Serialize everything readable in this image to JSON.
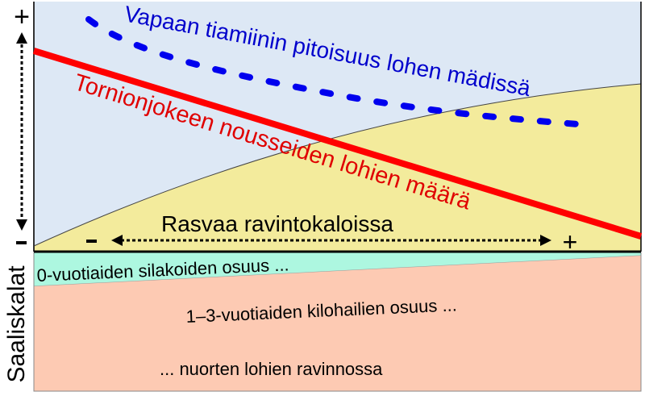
{
  "diagram": {
    "colors": {
      "upper_background": "#dde8f5",
      "fat_region": "#f3eb9c",
      "herring_band": "#adf7e0",
      "sprat_region": "#fdcab3",
      "red_line": "#ff0000",
      "blue_dashed": "#0000ee",
      "axis": "#000000"
    },
    "y_axis": {
      "plus_label": "+",
      "minus_label": "-"
    },
    "lines": {
      "thiamine": {
        "label": "Vapaan tiamiinin pitoisuus lohen mädissä",
        "style": "dashed",
        "color": "#0000ee"
      },
      "salmon_count": {
        "label": "Tornionjokeen nousseiden lohien määrä",
        "style": "solid",
        "color": "#ff0000"
      }
    },
    "fat_axis": {
      "label": "Rasvaa ravintokaloissa",
      "minus_label": "-",
      "plus_label": "+"
    },
    "prey_section": {
      "side_label": "Saaliskalat",
      "herring_label": "0-vuotiaiden silakoiden osuus ...",
      "sprat_label": "1–3-vuotiaiden kilohailien osuus ...",
      "diet_label": "... nuorten lohien ravinnossa"
    }
  }
}
